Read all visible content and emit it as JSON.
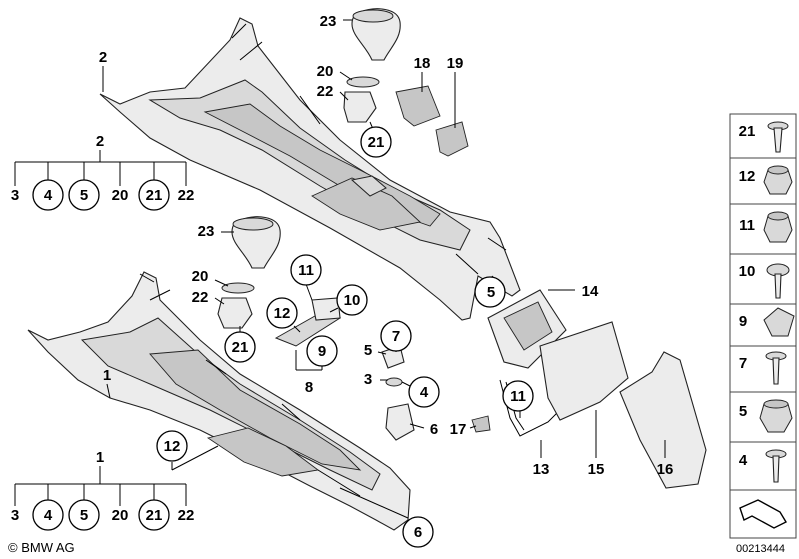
{
  "labels": {
    "top_console_ref": "2",
    "top_console_group": "2",
    "lower_console_ref": "1",
    "lower_console_group": "1",
    "knob_top": "23",
    "knob_mid": "23",
    "ring_top": "20",
    "ring_mid": "20",
    "holder_top": "22",
    "holder_mid": "22",
    "circle_21_top": "21",
    "circle_21_mid": "21",
    "p18": "18",
    "p19": "19",
    "p11_circle": "11",
    "p12_circle": "12",
    "p10_circle": "10",
    "p9_circle": "9",
    "p8": "8",
    "p5_left": "5",
    "p5_mid": "5",
    "p7_circle": "7",
    "p3_mid": "3",
    "p4_mid": "4",
    "p6_mid": "6",
    "p17": "17",
    "p14": "14",
    "p11_bottom": "11",
    "p13": "13",
    "p15": "15",
    "p16": "16",
    "p12_lower": "12",
    "p6_lower": "6"
  },
  "group_top": [
    "3",
    "4",
    "5",
    "20",
    "21",
    "22"
  ],
  "group_bottom": [
    "3",
    "4",
    "5",
    "20",
    "21",
    "22"
  ],
  "legend": [
    "21",
    "12",
    "11",
    "10",
    "9",
    "7",
    "5",
    "4"
  ],
  "footer": {
    "brand": "© BMW AG",
    "diagram_number": "00213444"
  }
}
